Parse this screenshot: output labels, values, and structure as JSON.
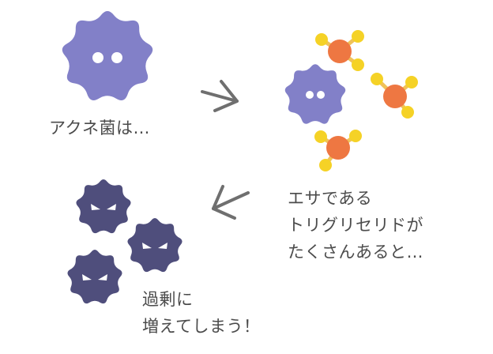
{
  "labels": {
    "acne": "アクネ菌は…",
    "food_lines": [
      "エサである",
      "トリグリセリドが",
      "たくさんあると…"
    ],
    "result_lines": [
      "過剰に",
      "増えてしまう！"
    ]
  },
  "colors": {
    "bacteria_light": "#8280c8",
    "bacteria_dark": "#4f4e7c",
    "molecule_core": "#ee7742",
    "molecule_atom": "#f5d226",
    "molecule_bond": "#f0c25a",
    "arrow": "#6f6f6f",
    "text": "#4b4b4b"
  },
  "icons": {
    "bacterium": "spiky-bacterium-icon",
    "molecule": "triglyceride-molecule-icon",
    "arrow_right": "arrow-right-icon",
    "arrow_left": "arrow-left-icon"
  }
}
